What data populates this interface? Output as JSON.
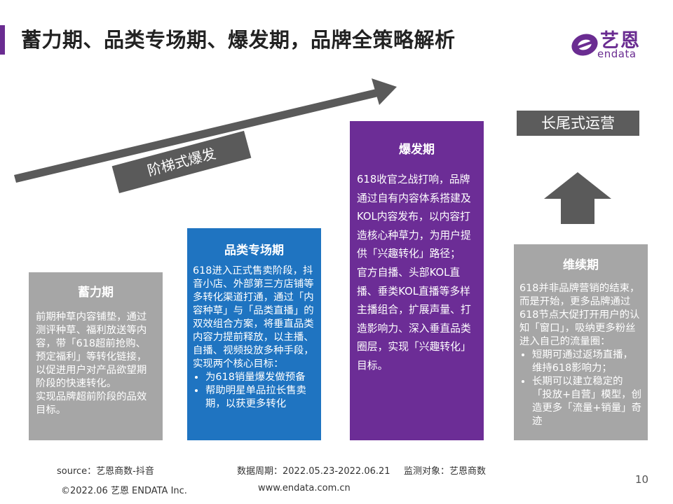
{
  "header": {
    "title": "蓄力期、品类专场期、爆发期，品牌全策略解析",
    "logo_name": "艺恩",
    "logo_sub": "endata"
  },
  "diagram": {
    "band_label": "阶梯式爆发",
    "tail_label": "长尾式运营"
  },
  "cards": [
    {
      "title": "蓄力期",
      "paragraphs": [
        "前期种草内容铺垫，通过测评种草、福利放送等内容，带「618超前抢购、预定福利」等转化链接，以促进用户对产品欲望期阶段的快速转化。",
        "实现品牌超前阶段的品效目标。"
      ]
    },
    {
      "title": "品类专场期",
      "paragraphs": [
        "618进入正式售卖阶段，抖音小店、外部第三方店铺等多转化渠道打通，通过「内容种草」与「品类直播」的双效组合方案，将垂直品类内容力提前释放，以主播、自播、视频投放多种手段，实现两个核心目标："
      ],
      "bullets": [
        "为618销量爆发做预备",
        "帮助明星单品拉长售卖期，以获更多转化"
      ]
    },
    {
      "title": "爆发期",
      "paragraphs": [
        "618收官之战打响，品牌通过自有内容体系搭建及KOL内容发布，以内容打造核心种草力，为用户提供「兴趣转化」路径；",
        "官方自播、头部KOL直播、垂类KOL直播等多样主播组合，扩展声量、打造影响力、深入垂直品类圈层，实现「兴趣转化」目标。"
      ]
    },
    {
      "title": "维续期",
      "paragraphs": [
        "618并非品牌营销的结束，而是开始，更多品牌通过618节点大促打开用户的认知「窗口」，吸纳更多粉丝进入自己的流量圈："
      ],
      "bullets": [
        "短期可通过返场直播，维持618影响力；",
        "长期可以建立稳定的「投放+自营」模型，创造更多「流量+销量」奇迹"
      ]
    }
  ],
  "footer": {
    "source": "source：艺恩商数-抖音",
    "period": "数据周期：2022.05.23-2022.06.21",
    "monitor": "监测对象：艺恩商数",
    "copyright": "©2022.06 艺恩 ENDATA Inc.",
    "website": "www.endata.com.cn",
    "page_number": "10"
  },
  "colors": {
    "accent": "#6a2c91",
    "blue": "#1f74c1",
    "purple": "#6c2d96",
    "gray": "#a6a6a6",
    "dark_gray": "#5a5a5a"
  }
}
